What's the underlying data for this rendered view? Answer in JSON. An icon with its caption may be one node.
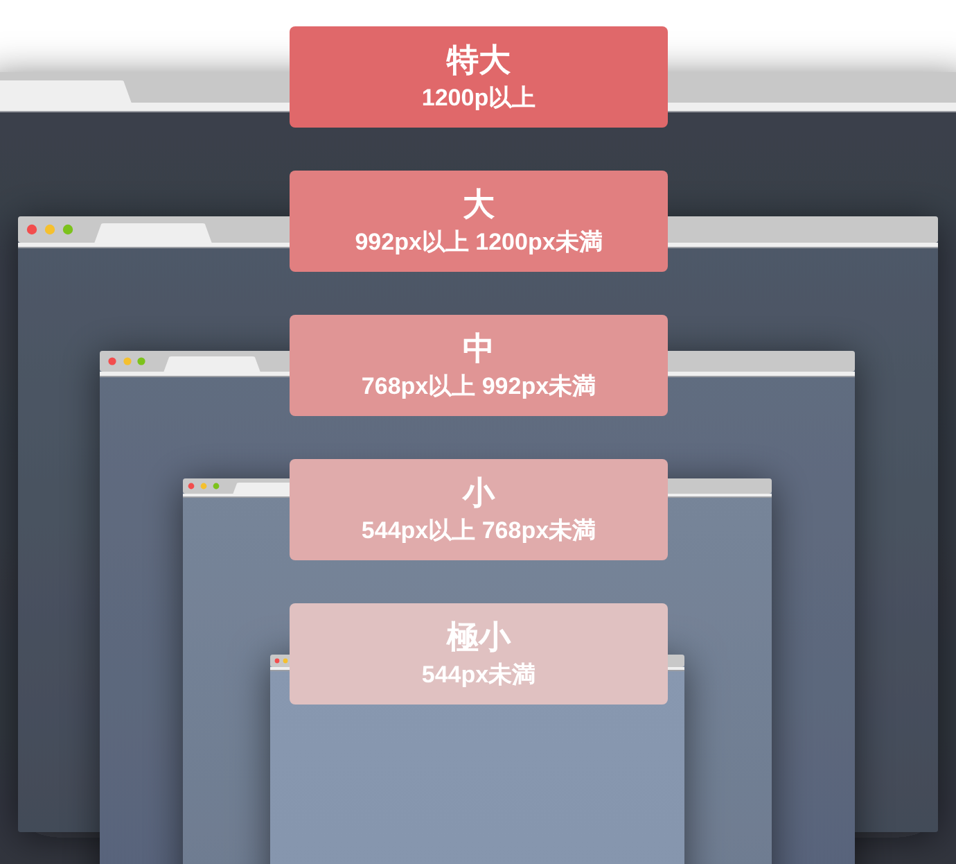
{
  "diagram": {
    "nodes": [
      {
        "text": [
          "特大",
          "1200p以上"
        ]
      },
      {
        "text": [
          "大",
          "992px以上 1200px未満"
        ]
      },
      {
        "text": [
          "中",
          "768px以上 992px未満"
        ]
      },
      {
        "text": [
          "小",
          "544px以上 768px未満"
        ]
      },
      {
        "text": [
          "極小",
          "544px未満"
        ]
      }
    ]
  }
}
